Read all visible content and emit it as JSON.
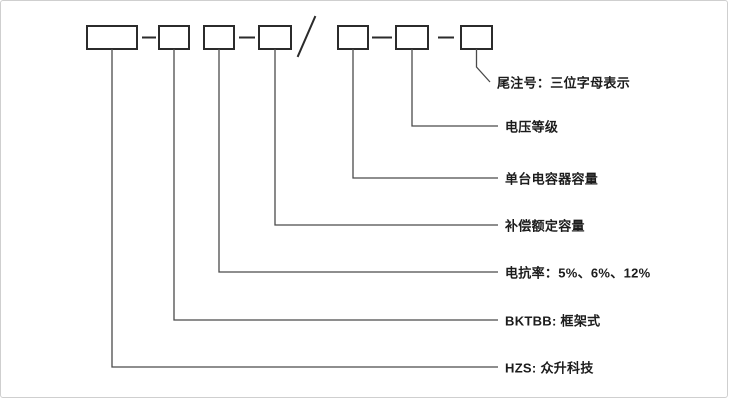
{
  "diagram": {
    "labels": [
      {
        "text": "尾注号：三位字母表示"
      },
      {
        "text": "电压等级"
      },
      {
        "text": "单台电容器容量"
      },
      {
        "text": "补偿额定容量"
      },
      {
        "text": "电抗率：5%、6%、12%"
      },
      {
        "text": "BKTBB: 框架式"
      },
      {
        "text": "HZS: 众升科技"
      }
    ],
    "colors": {
      "box_stroke": "#2b2b2b",
      "line_stroke": "#4a4a4a",
      "background": "#ffffff",
      "border": "#cfcfcf"
    }
  }
}
